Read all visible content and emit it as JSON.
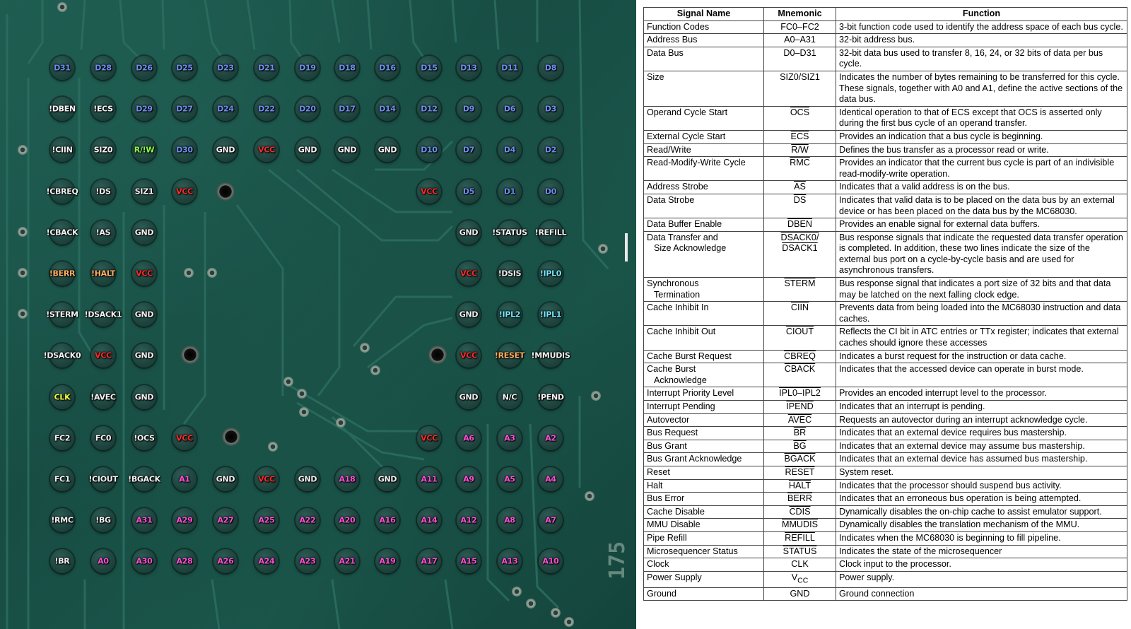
{
  "colors": {
    "board": "#1b564b",
    "label_white": "#f2f2f2",
    "label_blue": "#6e8ff0",
    "label_red": "#ff2a2a",
    "label_orange": "#ffb066",
    "label_green": "#8bff4a",
    "label_yellow": "#f5ff3a",
    "label_cyan": "#7ae8ff",
    "label_magenta": "#ff4fd8"
  },
  "pin_grid": {
    "rows": [
      [
        {
          "t": "D31",
          "c": "label_blue"
        },
        {
          "t": "D28",
          "c": "label_blue"
        },
        {
          "t": "D26",
          "c": "label_blue"
        },
        {
          "t": "D25",
          "c": "label_blue"
        },
        {
          "t": "D23",
          "c": "label_blue"
        },
        {
          "t": "D21",
          "c": "label_blue"
        },
        {
          "t": "D19",
          "c": "label_blue"
        },
        {
          "t": "D18",
          "c": "label_blue"
        },
        {
          "t": "D16",
          "c": "label_blue"
        },
        {
          "t": "D15",
          "c": "label_blue"
        },
        {
          "t": "D13",
          "c": "label_blue"
        },
        {
          "t": "D11",
          "c": "label_blue"
        },
        {
          "t": "D8",
          "c": "label_blue"
        }
      ],
      [
        {
          "t": "!DBEN",
          "c": "label_white"
        },
        {
          "t": "!ECS",
          "c": "label_white"
        },
        {
          "t": "D29",
          "c": "label_blue"
        },
        {
          "t": "D27",
          "c": "label_blue"
        },
        {
          "t": "D24",
          "c": "label_blue"
        },
        {
          "t": "D22",
          "c": "label_blue"
        },
        {
          "t": "D20",
          "c": "label_blue"
        },
        {
          "t": "D17",
          "c": "label_blue"
        },
        {
          "t": "D14",
          "c": "label_blue"
        },
        {
          "t": "D12",
          "c": "label_blue"
        },
        {
          "t": "D9",
          "c": "label_blue"
        },
        {
          "t": "D6",
          "c": "label_blue"
        },
        {
          "t": "D3",
          "c": "label_blue"
        }
      ],
      [
        {
          "t": "!CIIN",
          "c": "label_white"
        },
        {
          "t": "SIZ0",
          "c": "label_white"
        },
        {
          "t": "R/!W",
          "c": "label_green"
        },
        {
          "t": "D30",
          "c": "label_blue"
        },
        {
          "t": "GND",
          "c": "label_white"
        },
        {
          "t": "VCC",
          "c": "label_red"
        },
        {
          "t": "GND",
          "c": "label_white"
        },
        {
          "t": "GND",
          "c": "label_white"
        },
        {
          "t": "GND",
          "c": "label_white"
        },
        {
          "t": "D10",
          "c": "label_blue"
        },
        {
          "t": "D7",
          "c": "label_blue"
        },
        {
          "t": "D4",
          "c": "label_blue"
        },
        {
          "t": "D2",
          "c": "label_blue"
        }
      ],
      [
        {
          "t": "!CBREQ",
          "c": "label_white"
        },
        {
          "t": "!DS",
          "c": "label_white"
        },
        {
          "t": "SIZ1",
          "c": "label_white"
        },
        {
          "t": "VCC",
          "c": "label_red"
        },
        {
          "t": "",
          "c": "hole"
        },
        null,
        null,
        null,
        null,
        {
          "t": "VCC",
          "c": "label_red"
        },
        {
          "t": "D5",
          "c": "label_blue"
        },
        {
          "t": "D1",
          "c": "label_blue"
        },
        {
          "t": "D0",
          "c": "label_blue"
        }
      ],
      [
        {
          "t": "!CBACK",
          "c": "label_white"
        },
        {
          "t": "!AS",
          "c": "label_white"
        },
        {
          "t": "GND",
          "c": "label_white"
        },
        null,
        null,
        null,
        null,
        null,
        null,
        null,
        {
          "t": "GND",
          "c": "label_white"
        },
        {
          "t": "!STATUS",
          "c": "label_white"
        },
        {
          "t": "!REFILL",
          "c": "label_white"
        }
      ],
      [
        {
          "t": "!BERR",
          "c": "label_orange"
        },
        {
          "t": "!HALT",
          "c": "label_orange"
        },
        {
          "t": "VCC",
          "c": "label_red"
        },
        null,
        null,
        null,
        null,
        null,
        null,
        null,
        {
          "t": "VCC",
          "c": "label_red"
        },
        {
          "t": "!DSIS",
          "c": "label_white"
        },
        {
          "t": "!IPL0",
          "c": "label_cyan"
        }
      ],
      [
        {
          "t": "!STERM",
          "c": "label_white"
        },
        {
          "t": "!DSACK1",
          "c": "label_white"
        },
        {
          "t": "GND",
          "c": "label_white"
        },
        null,
        null,
        null,
        null,
        null,
        null,
        null,
        {
          "t": "GND",
          "c": "label_white"
        },
        {
          "t": "!IPL2",
          "c": "label_cyan"
        },
        {
          "t": "!IPL1",
          "c": "label_cyan"
        }
      ],
      [
        {
          "t": "!DSACK0",
          "c": "label_white"
        },
        {
          "t": "VCC",
          "c": "label_red"
        },
        {
          "t": "GND",
          "c": "label_white"
        },
        null,
        null,
        null,
        null,
        null,
        null,
        null,
        {
          "t": "VCC",
          "c": "label_red"
        },
        {
          "t": "!RESET",
          "c": "label_orange"
        },
        {
          "t": "!MMUDIS",
          "c": "label_white"
        }
      ],
      [
        {
          "t": "CLK",
          "c": "label_yellow"
        },
        {
          "t": "!AVEC",
          "c": "label_white"
        },
        {
          "t": "GND",
          "c": "label_white"
        },
        null,
        null,
        null,
        null,
        null,
        null,
        null,
        {
          "t": "GND",
          "c": "label_white"
        },
        {
          "t": "N/C",
          "c": "label_white"
        },
        {
          "t": "!PEND",
          "c": "label_white"
        }
      ],
      [
        {
          "t": "FC2",
          "c": "label_white"
        },
        {
          "t": "FC0",
          "c": "label_white"
        },
        {
          "t": "!OCS",
          "c": "label_white"
        },
        {
          "t": "VCC",
          "c": "label_red"
        },
        null,
        null,
        null,
        null,
        null,
        {
          "t": "VCC",
          "c": "label_red"
        },
        {
          "t": "A6",
          "c": "label_magenta"
        },
        {
          "t": "A3",
          "c": "label_magenta"
        },
        {
          "t": "A2",
          "c": "label_magenta"
        }
      ],
      [
        {
          "t": "FC1",
          "c": "label_white"
        },
        {
          "t": "!CIOUT",
          "c": "label_white"
        },
        {
          "t": "!BGACK",
          "c": "label_white"
        },
        {
          "t": "A1",
          "c": "label_magenta"
        },
        {
          "t": "GND",
          "c": "label_white"
        },
        {
          "t": "VCC",
          "c": "label_red"
        },
        {
          "t": "GND",
          "c": "label_white"
        },
        {
          "t": "A18",
          "c": "label_magenta"
        },
        {
          "t": "GND",
          "c": "label_white"
        },
        {
          "t": "A11",
          "c": "label_magenta"
        },
        {
          "t": "A9",
          "c": "label_magenta"
        },
        {
          "t": "A5",
          "c": "label_magenta"
        },
        {
          "t": "A4",
          "c": "label_magenta"
        }
      ],
      [
        {
          "t": "!RMC",
          "c": "label_white"
        },
        {
          "t": "!BG",
          "c": "label_white"
        },
        {
          "t": "A31",
          "c": "label_magenta"
        },
        {
          "t": "A29",
          "c": "label_magenta"
        },
        {
          "t": "A27",
          "c": "label_magenta"
        },
        {
          "t": "A25",
          "c": "label_magenta"
        },
        {
          "t": "A22",
          "c": "label_magenta"
        },
        {
          "t": "A20",
          "c": "label_magenta"
        },
        {
          "t": "A16",
          "c": "label_magenta"
        },
        {
          "t": "A14",
          "c": "label_magenta"
        },
        {
          "t": "A12",
          "c": "label_magenta"
        },
        {
          "t": "A8",
          "c": "label_magenta"
        },
        {
          "t": "A7",
          "c": "label_magenta"
        }
      ],
      [
        {
          "t": "!BR",
          "c": "label_white"
        },
        {
          "t": "A0",
          "c": "label_magenta"
        },
        {
          "t": "A30",
          "c": "label_magenta"
        },
        {
          "t": "A28",
          "c": "label_magenta"
        },
        {
          "t": "A26",
          "c": "label_magenta"
        },
        {
          "t": "A24",
          "c": "label_magenta"
        },
        {
          "t": "A23",
          "c": "label_magenta"
        },
        {
          "t": "A21",
          "c": "label_magenta"
        },
        {
          "t": "A19",
          "c": "label_magenta"
        },
        {
          "t": "A17",
          "c": "label_magenta"
        },
        {
          "t": "A15",
          "c": "label_magenta"
        },
        {
          "t": "A13",
          "c": "label_magenta"
        },
        {
          "t": "A10",
          "c": "label_magenta"
        }
      ]
    ]
  },
  "silkscreen": "175",
  "table": {
    "headers": [
      "Signal Name",
      "Mnemonic",
      "Function"
    ],
    "rows": [
      {
        "name": "Function Codes",
        "mnemonic": "FC0–FC2",
        "function": "3-bit function code used to identify the address space of each bus cycle."
      },
      {
        "name": "Address Bus",
        "mnemonic": "A0–A31",
        "function": "32-bit address bus."
      },
      {
        "name": "Data Bus",
        "mnemonic": "D0–D31",
        "function": "32-bit data bus used to transfer 8, 16, 24, or 32 bits of data per bus cycle."
      },
      {
        "name": "Size",
        "mnemonic": "SIZ0/SIZ1",
        "function": "Indicates the number of bytes remaining to be transferred for this cycle. These signals, together with A0 and A1, define the active sections of the data bus."
      },
      {
        "name": "Operand Cycle Start",
        "mnemonic": "OCS",
        "overline": true,
        "function": "Identical operation to that of ECS except that OCS is asserted only during the first bus cycle of an operand transfer."
      },
      {
        "name": "External Cycle Start",
        "mnemonic": "ECS",
        "overline": true,
        "function": "Provides an indication that a bus cycle is beginning."
      },
      {
        "name": "Read/Write",
        "mnemonic": "R/W",
        "overline": true,
        "function": "Defines the bus transfer as a processor read or write."
      },
      {
        "name": "Read-Modify-Write Cycle",
        "mnemonic": "RMC",
        "overline": true,
        "function": "Provides an indicator that the current bus cycle is part of an indivisible read-modify-write operation."
      },
      {
        "name": "Address Strobe",
        "mnemonic": "AS",
        "overline": true,
        "function": "Indicates that a valid address is on the bus."
      },
      {
        "name": "Data Strobe",
        "mnemonic": "DS",
        "overline": true,
        "function": "Indicates that valid data is to be placed on the data bus by an external device or has been placed on the data bus by the MC68030."
      },
      {
        "name": "Data Buffer Enable",
        "mnemonic": "DBEN",
        "overline": true,
        "function": "Provides an enable signal for external data buffers."
      },
      {
        "name": "Data Transfer and",
        "name2": "Size Acknowledge",
        "mnemonic": "DSACK0/",
        "mnemonic2": "DSACK1",
        "overline": true,
        "function": "Bus response signals that indicate the requested data transfer operation is completed. In addition, these two lines indicate the size of the external bus port on a cycle-by-cycle basis and are used for asynchronous transfers."
      },
      {
        "name": "Synchronous",
        "name2": "Termination",
        "mnemonic": "STERM",
        "overline": true,
        "function": "Bus response signal that indicates a port size of 32 bits and that data may be latched on the next falling clock edge."
      },
      {
        "name": "Cache Inhibit In",
        "mnemonic": "CIIN",
        "overline": true,
        "function": "Prevents data from being loaded into the MC68030 instruction and data caches."
      },
      {
        "name": "Cache Inhibit Out",
        "mnemonic": "CIOUT",
        "overline": true,
        "function": "Reflects the CI bit in ATC entries or TTx register; indicates that external caches should ignore these accesses"
      },
      {
        "name": "Cache Burst Request",
        "mnemonic": "CBREQ",
        "overline": true,
        "function": "Indicates a burst request for the instruction or data cache."
      },
      {
        "name": "Cache Burst",
        "name2": "Acknowledge",
        "mnemonic": "CBACK",
        "overline": true,
        "function": "Indicates that the accessed device can operate in burst mode."
      },
      {
        "name": "Interrupt Priority Level",
        "mnemonic": "IPL0–IPL2",
        "overline": true,
        "function": "Provides an encoded interrupt level to the processor."
      },
      {
        "name": "Interrupt Pending",
        "mnemonic": "IPEND",
        "overline": true,
        "function": "Indicates that an interrupt is pending."
      },
      {
        "name": "Autovector",
        "mnemonic": "AVEC",
        "overline": true,
        "function": "Requests an autovector during an interrupt acknowledge cycle."
      },
      {
        "name": "Bus Request",
        "mnemonic": "BR",
        "overline": true,
        "function": "Indicates that an external device requires bus mastership."
      },
      {
        "name": "Bus Grant",
        "mnemonic": "BG",
        "overline": true,
        "function": "Indicates that an external device may assume bus mastership."
      },
      {
        "name": "Bus Grant Acknowledge",
        "mnemonic": "BGACK",
        "overline": true,
        "function": "Indicates that an external device has assumed bus mastership."
      },
      {
        "name": "Reset",
        "mnemonic": "RESET",
        "overline": true,
        "function": "System reset."
      },
      {
        "name": "Halt",
        "mnemonic": "HALT",
        "overline": true,
        "function": "Indicates that the processor should suspend bus activity."
      },
      {
        "name": "Bus Error",
        "mnemonic": "BERR",
        "overline": true,
        "function": "Indicates that an erroneous bus operation is being attempted."
      },
      {
        "name": "Cache Disable",
        "mnemonic": "CDIS",
        "overline": true,
        "function": "Dynamically disables the on-chip cache to assist emulator support."
      },
      {
        "name": "MMU Disable",
        "mnemonic": "MMUDIS",
        "overline": true,
        "function": "Dynamically disables the translation mechanism of the MMU."
      },
      {
        "name": "Pipe Refill",
        "mnemonic": "REFILL",
        "overline": true,
        "function": "Indicates when the MC68030 is beginning to fill pipeline."
      },
      {
        "name": "Microsequencer Status",
        "mnemonic": "STATUS",
        "overline": true,
        "function": "Indicates the state of the microsequencer"
      },
      {
        "name": "Clock",
        "mnemonic": "CLK",
        "function": "Clock input to the processor."
      },
      {
        "name": "Power Supply",
        "mnemonic": "VCC",
        "function": "Power supply."
      },
      {
        "name": "Ground",
        "mnemonic": "GND",
        "function": "Ground connection"
      }
    ]
  }
}
